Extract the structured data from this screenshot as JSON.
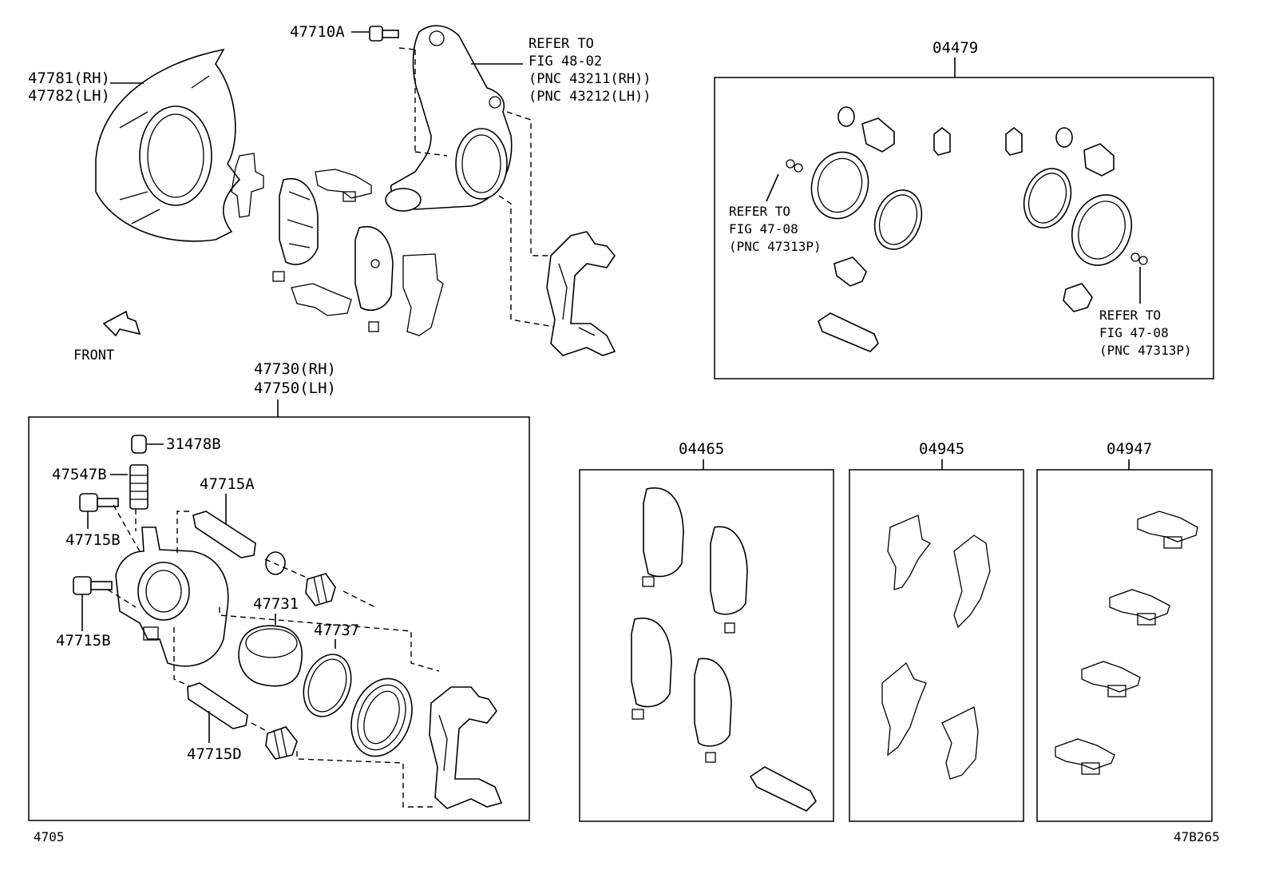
{
  "labels": {
    "p47710a": "47710A",
    "p47781": "47781(RH)",
    "p47782": "47782(LH)",
    "knuckle_ref1": "REFER TO",
    "knuckle_ref2": "FIG 48-02",
    "knuckle_ref3": "(PNC 43211(RH))",
    "knuckle_ref4": "(PNC 43212(LH))",
    "front": "FRONT",
    "p47730": "47730(RH)",
    "p47750": "47750(LH)",
    "p31478b": "31478B",
    "p47547b": "47547B",
    "p47715a": "47715A",
    "p47715b_1": "47715B",
    "p47715b_2": "47715B",
    "p47731": "47731",
    "p47737": "47737",
    "p47715d": "47715D",
    "p04479": "04479",
    "ref_left1": "REFER TO",
    "ref_left2": "FIG 47-08",
    "ref_left3": "(PNC 47313P)",
    "ref_right1": "REFER TO",
    "ref_right2": "FIG 47-08",
    "ref_right3": "(PNC 47313P)",
    "p04465": "04465",
    "p04945": "04945",
    "p04947": "04947",
    "footer_left": "4705",
    "footer_right": "47B265"
  }
}
